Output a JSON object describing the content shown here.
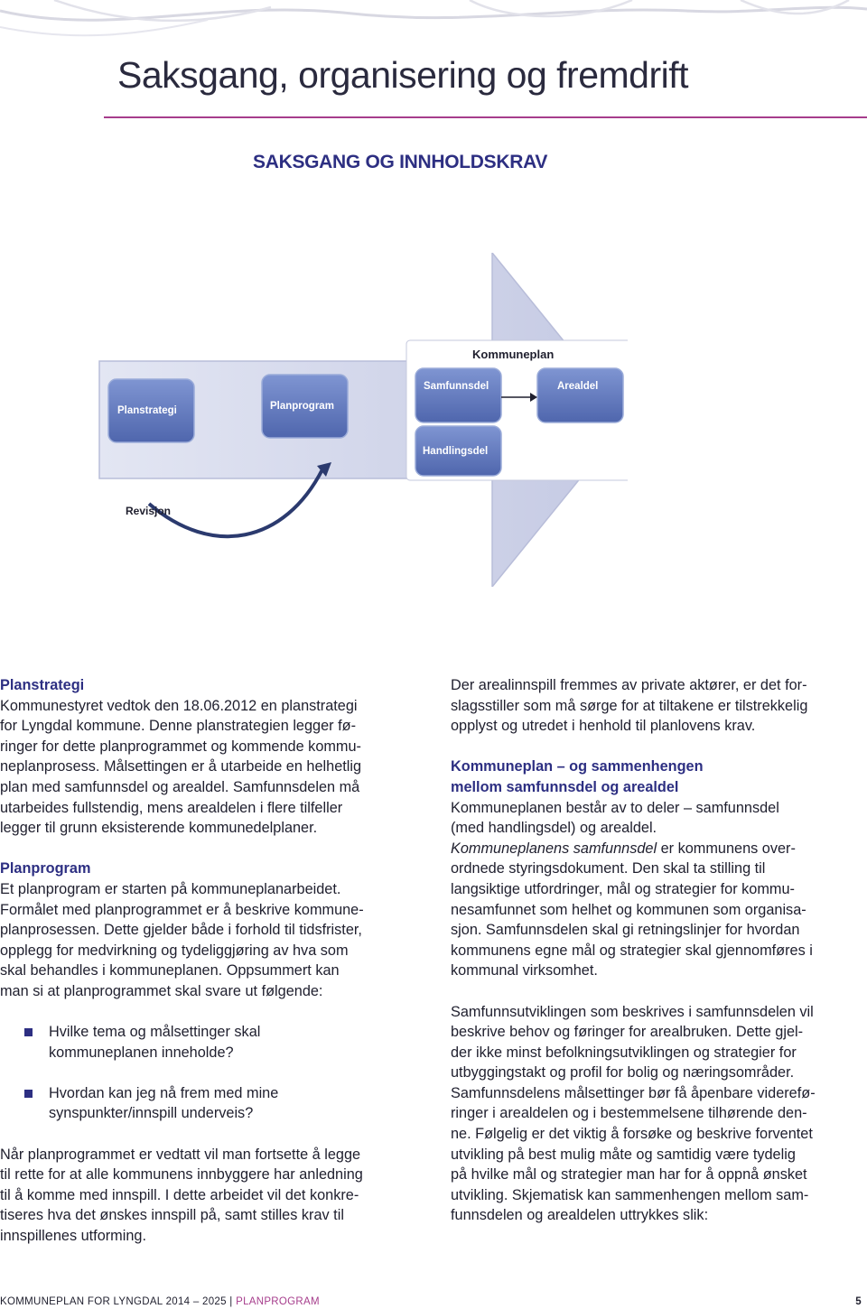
{
  "page": {
    "title": "Saksgang, organisering og fremdrift",
    "section_heading": "SAKSGANG OG INNHOLDSKRAV"
  },
  "diagram": {
    "kommuneplan_label": "Kommuneplan",
    "boxes": {
      "planstrategi": "Planstrategi",
      "planprogram": "Planprogram",
      "samfunnsdel": "Samfunnsdel",
      "arealdel": "Arealdel",
      "handlingsdel": "Handlingsdel"
    },
    "revisjon_label": "Revisjon",
    "colors": {
      "arrow_fill": "#cdd1e8",
      "box_fill": "#5d73b6",
      "box_light": "#8fa0d3"
    }
  },
  "left_column": {
    "planstrategi_heading": "Planstrategi",
    "planstrategi_body": [
      "Kommunestyret vedtok den 18.06.2012 en planstrategi",
      "for Lyngdal kommune. Denne planstrategien legger fø-",
      "ringer for dette planprogrammet og kommende kommu-",
      "neplanprosess. Målsettingen er å utarbeide en helhetlig",
      "plan med samfunnsdel og arealdel. Samfunnsdelen må",
      "utarbeides fullstendig, mens arealdelen i flere tilfeller",
      "legger til grunn eksisterende kommunedelplaner."
    ],
    "planprogram_heading": "Planprogram",
    "planprogram_body": [
      "Et planprogram er starten på kommuneplanarbeidet.",
      "Formålet med planprogrammet er å beskrive kommune-",
      "planprosessen. Dette gjelder både i forhold til tidsfrister,",
      "opplegg for medvirkning og tydeliggjøring av hva som",
      "skal behandles i kommuneplanen. Oppsummert kan",
      "man si at planprogrammet skal svare ut følgende:"
    ],
    "bullets": [
      [
        "Hvilke tema og målsettinger skal",
        "kommuneplanen inneholde?"
      ],
      [
        "Hvordan kan jeg nå frem med mine",
        "synspunkter/innspill underveis?"
      ]
    ],
    "closing": [
      "Når planprogrammet er vedtatt vil man fortsette å legge",
      "til rette for at alle kommunens innbyggere har anledning",
      "til å komme med innspill. I dette arbeidet vil det konkre-",
      "tiseres hva det ønskes innspill på, samt stilles krav til",
      "innspillenes utforming."
    ]
  },
  "right_column": {
    "intro": [
      "Der arealinnspill fremmes av private aktører, er det for-",
      "slagsstiller som må sørge for at tiltakene er tilstrekkelig",
      "opplyst og utredet i henhold til planlovens krav."
    ],
    "heading_line1": "Kommuneplan – og sammenhengen",
    "heading_line2": "mellom samfunnsdel og arealdel",
    "body1": [
      "Kommuneplanen består av to deler – samfunnsdel",
      "(med handlingsdel) og arealdel."
    ],
    "body2_italic": "Kommuneplanens samfunnsdel",
    "body2_rest_first": " er kommunens over-",
    "body2": [
      "ordnede styringsdokument. Den skal ta stilling til",
      "langsiktige utfordringer, mål og strategier for kommu-",
      "nesamfunnet som helhet og kommunen som organisa-",
      "sjon. Samfunnsdelen skal gi retningslinjer for hvordan",
      "kommunens egne mål og strategier skal gjennomføres i",
      "kommunal virksomhet."
    ],
    "body3": [
      "Samfunnsutviklingen som beskrives i samfunnsdelen vil",
      "beskrive behov og føringer for arealbruken. Dette gjel-",
      "der ikke minst befolkningsutviklingen og strategier for",
      "utbyggingstakt og profil for bolig og næringsområder.",
      "Samfunnsdelens målsettinger bør få åpenbare viderefø-",
      "ringer i arealdelen og i bestemmelsene tilhørende den-",
      "ne. Følgelig er det viktig å forsøke og beskrive forventet",
      "utvikling på best mulig måte og samtidig være tydelig",
      "på hvilke mål og strategier man har for å oppnå ønsket",
      "utvikling. Skjematisk kan sammenhengen mellom sam-",
      "funnsdelen og arealdelen uttrykkes slik:"
    ]
  },
  "footer": {
    "left": "KOMMUNEPLAN FOR LYNGDAL 2014 – 2025 | ",
    "section": "PLANPROGRAM",
    "page_number": "5"
  }
}
